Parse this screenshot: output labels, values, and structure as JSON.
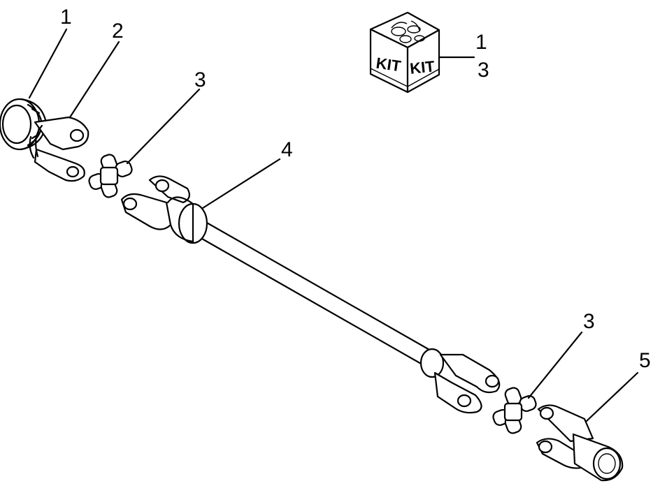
{
  "callouts": {
    "c1_top_left": "1",
    "c2": "2",
    "c3_left": "3",
    "c4": "4",
    "c3_right": "3",
    "c5": "5",
    "kit_1": "1",
    "kit_3": "3"
  },
  "kit": {
    "label_left": "KIT",
    "label_right": "KIT"
  }
}
